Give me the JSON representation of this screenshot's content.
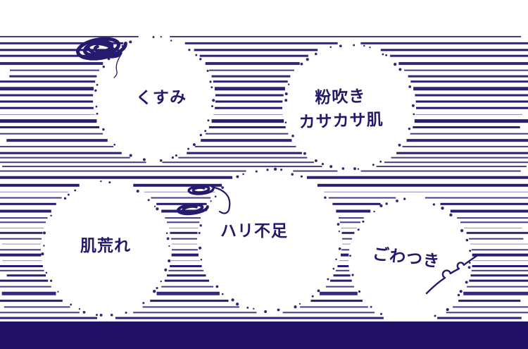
{
  "graphic": {
    "description_labels_visible_only": true,
    "bubbles": [
      {
        "id": "kusumi",
        "label": "くすみ"
      },
      {
        "id": "konafuki",
        "label": "粉吹き\nカサカサ肌"
      },
      {
        "id": "hadaare",
        "label": "肌荒れ"
      },
      {
        "id": "harifusoku",
        "label": "ハリ不足"
      },
      {
        "id": "gowatsuki",
        "label": "ごわつき"
      }
    ],
    "icons": [
      {
        "name": "scribble-blob-icon"
      },
      {
        "name": "scribble-strokes-icon"
      },
      {
        "name": "curl-flourish-icon"
      }
    ],
    "colors": {
      "ink": "#241a6e",
      "ink_text": "#221a69",
      "ink_bar": "#211166",
      "bubble_fill": "#ffffff",
      "background": "#ffffff"
    }
  }
}
